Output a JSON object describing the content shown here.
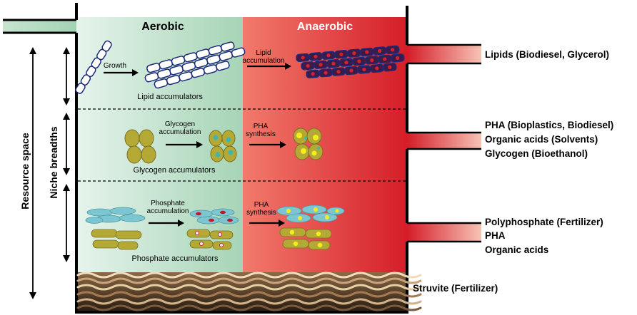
{
  "zones": {
    "aerobic": "Aerobic",
    "anaerobic": "Anaerobic"
  },
  "axes": {
    "resource_space": "Resource space",
    "niche_breadths": "Niche breadths"
  },
  "rows": [
    {
      "group_label": "Lipid accumulators",
      "aerobic_process": [
        "Growth"
      ],
      "anaerobic_process": [
        "Lipid",
        "accumulation"
      ]
    },
    {
      "group_label": "Glycogen accumulators",
      "aerobic_process": [
        "Glycogen",
        "accumulation"
      ],
      "anaerobic_process": [
        "PHA",
        "synthesis"
      ]
    },
    {
      "group_label": "Phosphate accumulators",
      "aerobic_process": [
        "Phosphate",
        "accumulation"
      ],
      "anaerobic_process": [
        "PHA",
        "synthesis"
      ]
    }
  ],
  "outputs": {
    "lipids": [
      "Lipids (Biodiesel, Glycerol)"
    ],
    "glycogen_group": [
      "PHA (Bioplastics, Biodiesel)",
      "Organic acids (Solvents)",
      "Glycogen (Bioethanol)"
    ],
    "phosphate_group": [
      "Polyphosphate (Fertilizer)",
      "PHA",
      "Organic acids"
    ],
    "sediment": [
      "Struvite (Fertilizer)"
    ]
  },
  "colors": {
    "aerobic_light": "#e6f4ec",
    "aerobic_dark": "#a3d3b4",
    "anaerobic_light": "#f2796a",
    "anaerobic_dark": "#d8202a",
    "pipe_light": "#f7c1b3",
    "pipe_dark": "#d8202a",
    "inlet": "#aed8bc",
    "cell_outline": "#1b2a7a",
    "glycogen_cell": "#b5a935",
    "phosphate_cell_blue": "#7cc6d1",
    "granule_red": "#c31428",
    "granule_yellow": "#f5ec1e"
  }
}
